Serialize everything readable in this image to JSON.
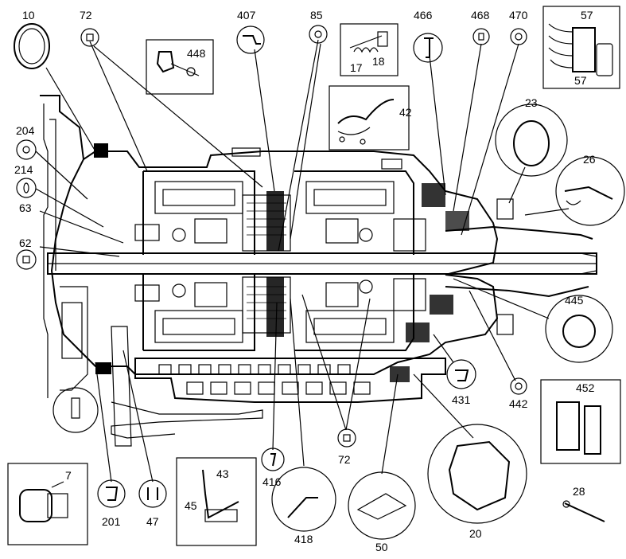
{
  "diagram": {
    "callouts": [
      {
        "id": "c10",
        "label": "10"
      },
      {
        "id": "c72a",
        "label": "72"
      },
      {
        "id": "c407",
        "label": "407"
      },
      {
        "id": "c85",
        "label": "85"
      },
      {
        "id": "c466",
        "label": "466"
      },
      {
        "id": "c468",
        "label": "468"
      },
      {
        "id": "c470",
        "label": "470"
      },
      {
        "id": "c57a",
        "label": "57"
      },
      {
        "id": "c57b",
        "label": "57"
      },
      {
        "id": "c448",
        "label": "448"
      },
      {
        "id": "c17",
        "label": "17"
      },
      {
        "id": "c18",
        "label": "18"
      },
      {
        "id": "c42",
        "label": "42"
      },
      {
        "id": "c23",
        "label": "23"
      },
      {
        "id": "c26",
        "label": "26"
      },
      {
        "id": "c204",
        "label": "204"
      },
      {
        "id": "c214",
        "label": "214"
      },
      {
        "id": "c63",
        "label": "63"
      },
      {
        "id": "c62",
        "label": "62"
      },
      {
        "id": "c445",
        "label": "445"
      },
      {
        "id": "c431",
        "label": "431"
      },
      {
        "id": "c442",
        "label": "442"
      },
      {
        "id": "c452",
        "label": "452"
      },
      {
        "id": "c72b",
        "label": "72"
      },
      {
        "id": "c416",
        "label": "416"
      },
      {
        "id": "c418",
        "label": "418"
      },
      {
        "id": "c50",
        "label": "50"
      },
      {
        "id": "c20",
        "label": "20"
      },
      {
        "id": "c28",
        "label": "28"
      },
      {
        "id": "c7",
        "label": "7"
      },
      {
        "id": "c201",
        "label": "201"
      },
      {
        "id": "c47",
        "label": "47"
      },
      {
        "id": "c43",
        "label": "43"
      },
      {
        "id": "c45",
        "label": "45"
      }
    ]
  }
}
